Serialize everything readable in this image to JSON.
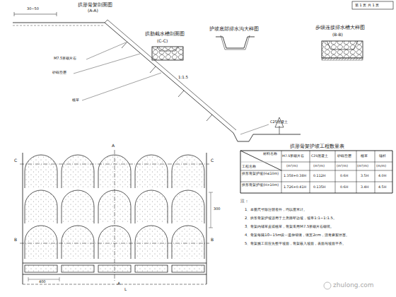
{
  "diagram": {
    "labels": [
      "第 1 页 共 1 页",
      "拱形骨架剖面图",
      "(A-A)",
      "拱肋截水槽剖面图",
      "(C-C)",
      "护坡底部排水沟大样图",
      "步级连接排水槽大样图",
      "(B-B)",
      "30~50",
      "1:1.5",
      "M7.5浆砌片石",
      "砂砾垫层",
      "植草",
      "C25混凝土",
      "A",
      "A",
      "C",
      "C",
      "B",
      "B",
      "400",
      "300",
      "L",
      "拱形骨架护坡工程数量表",
      "材料名称",
      "工程名称",
      "M7.5浆砌片石",
      "C25混凝土",
      "砂砾垫层",
      "植草",
      "锚杆",
      "(m³/m)",
      "(m³/m)",
      "(m³/m)",
      "(m²/m)",
      "(m/m)",
      "拱形骨架护坡(H≤10m)",
      "1.358+0.38H",
      "0.112H",
      "0.6H",
      "3.5H",
      "4.0H",
      "拱形骨架护坡(H>10m)",
      "1.726+0.41H",
      "0.135H",
      "0.6H",
      "3.4H",
      "4.5H",
      "注：",
      "1、本图尺寸除注明者外，均以厘米计。",
      "2、拱形骨架护坡适用于土质路堑边坡，坡率1:1~1:1.5。",
      "3、骨架内铺草皮或植草，骨架采用M7.5浆砌片石砌筑。",
      "4、骨架每隔10~15m设一道伸缩缝，缝宽2cm，沥青麻絮填塞。",
      "5、骨架施工前应先整平坡面，骨架嵌入坡面，表面与坡面平齐。",
      "zhulong.com"
    ]
  }
}
